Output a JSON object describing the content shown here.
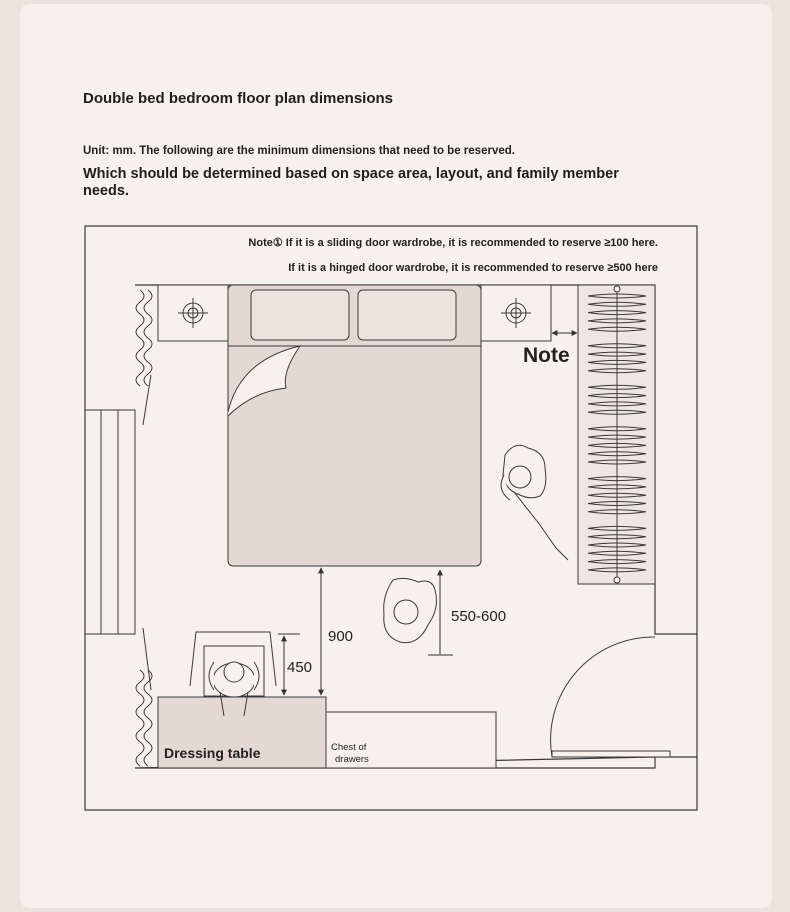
{
  "header": {
    "title": "Double bed bedroom floor plan dimensions",
    "unit_note": "Unit: mm. The following are the minimum dimensions that need to be reserved.",
    "subtitle": "Which should be determined based on space area, layout, and family member needs."
  },
  "plan": {
    "note_line1": "Note① If it is a sliding door wardrobe, it is recommended to reserve ≥100 here.",
    "note_line2": "If it is a hinged door wardrobe, it is recommended to reserve ≥500 here",
    "note_tag": "Note",
    "dim_900": "900",
    "dim_450": "450",
    "dim_550_600": "550-600",
    "dressing_table": "Dressing table",
    "chest_line1": "Chest of",
    "chest_line2": "drawers"
  },
  "colors": {
    "line": "#3a3a3a",
    "bed": "#e3d9d2",
    "room": "#f6f1ec"
  }
}
